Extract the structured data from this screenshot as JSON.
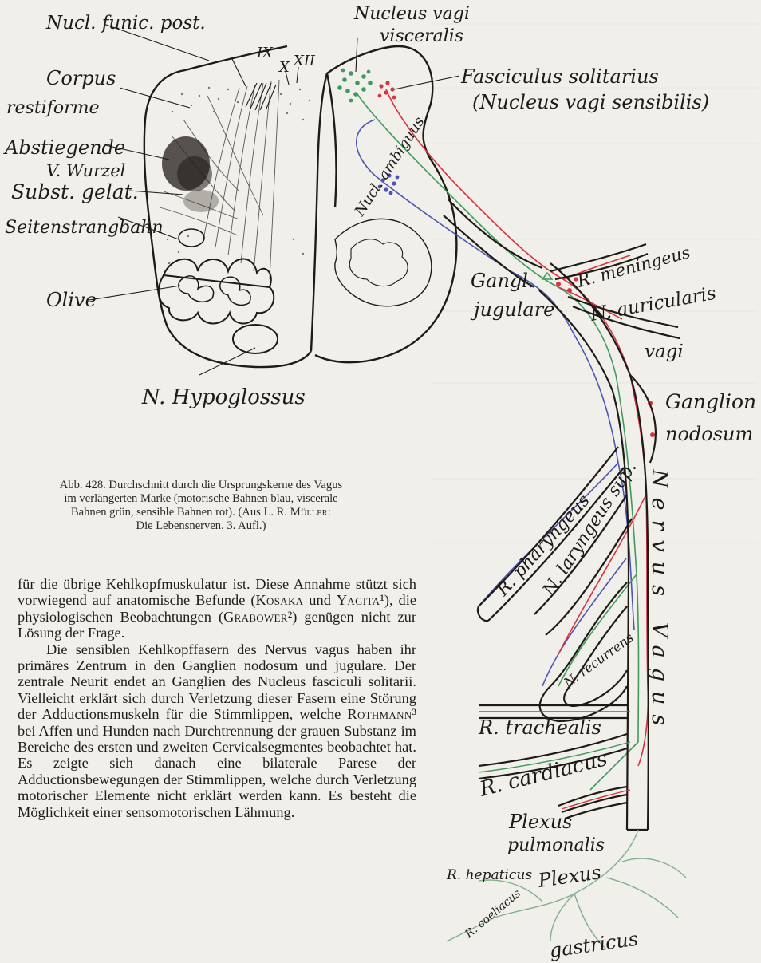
{
  "figure": {
    "labels": {
      "nucl_funic": "Nucl. funic. post.",
      "corpus": "Corpus",
      "restiforme": "restiforme",
      "abstiegende": "Abstiegende",
      "v_wurzel": "V. Wurzel",
      "subst_gelat": "Subst. gelat.",
      "seitenstrang": "Seitenstrangbahn",
      "olive": "Olive",
      "hypoglossus": "N. Hypoglossus",
      "ix": "IX",
      "x": "X",
      "xii": "XII",
      "nucleus_vagi": "Nucleus vagi",
      "visceralis": "visceralis",
      "fasciculus": "Fasciculus solitarius",
      "nucleus_sens": "(Nucleus vagi sensibilis)",
      "nucl_ambiguus": "Nucl. ambiguus",
      "gangl": "Gangl.",
      "jugulare": "jugulare",
      "r_meningeus": "R. meningeus",
      "n_auricularis": "N. auricularis",
      "vagi": "vagi",
      "ganglion": "Ganglion",
      "nodosum": "nodosum",
      "r_pharyngeus": "R. pharyngeus",
      "n_laryngeus": "N. laryngeus sup.",
      "n_recurrens": "N. recurrens",
      "nervus_vagus": "Nervus Vagus",
      "r_trachealis": "R. trachealis",
      "r_cardiacus": "R. cardiacus",
      "plexus_pulm_1": "Plexus",
      "plexus_pulm_2": "pulmonalis",
      "r_hepaticus": "R. hepaticus",
      "plexus_gastr": "Plexus",
      "r_coeliacus": "R. coeliacus",
      "gastricus": "gastricus"
    },
    "colors": {
      "motor": "#4b55b8",
      "visceral": "#3f9a5c",
      "sensory": "#d8333f",
      "ink": "#1e1a16"
    }
  },
  "caption": {
    "line1": "Abb. 428. Durchschnitt durch die Ursprungskerne des Vagus",
    "line2": "im verlängerten Marke (motorische Bahnen blau, viscerale",
    "line3_a": "Bahnen grün, sensible Bahnen rot). (Aus L. R.",
    "line3_b": "Müller:",
    "line4": "Die Lebensnerven. 3. Aufl.)"
  },
  "body": {
    "p1_a": "für die übrige Kehlkopfmuskulatur ist. Diese Annahme stützt sich vorwiegend auf anatomische Befunde (",
    "kosaka": "Kosaka",
    "p1_b": " und ",
    "yagita": "Yagita",
    "p1_c": "¹), die physiologischen Beobachtungen (",
    "grabower": "Grabower",
    "p1_d": "²) genügen nicht zur Lösung der Frage.",
    "p2_a": "Die sensiblen Kehlkopffasern des Nervus vagus haben ihr primäres Zentrum in den Ganglien nodosum und jugulare. Der zentrale Neurit endet an Ganglien des Nucleus fasciculi solitarii. Vielleicht erklärt sich durch Verletzung dieser Fasern eine Störung der Adductionsmuskeln für die Stimmlippen, welche ",
    "rothmann": "Rothmann",
    "p2_b": "³ bei Affen und Hunden nach Durchtrennung der grauen Substanz im Bereiche des ersten und zweiten Cervicalsegmentes beobachtet hat. Es zeigte sich danach eine bilaterale Parese der Adductionsbewegungen der Stimmlippen, welche durch Verletzung motorischer Elemente nicht erklärt werden kann. Es besteht die Möglichkeit einer sensomotorischen Lähmung."
  }
}
